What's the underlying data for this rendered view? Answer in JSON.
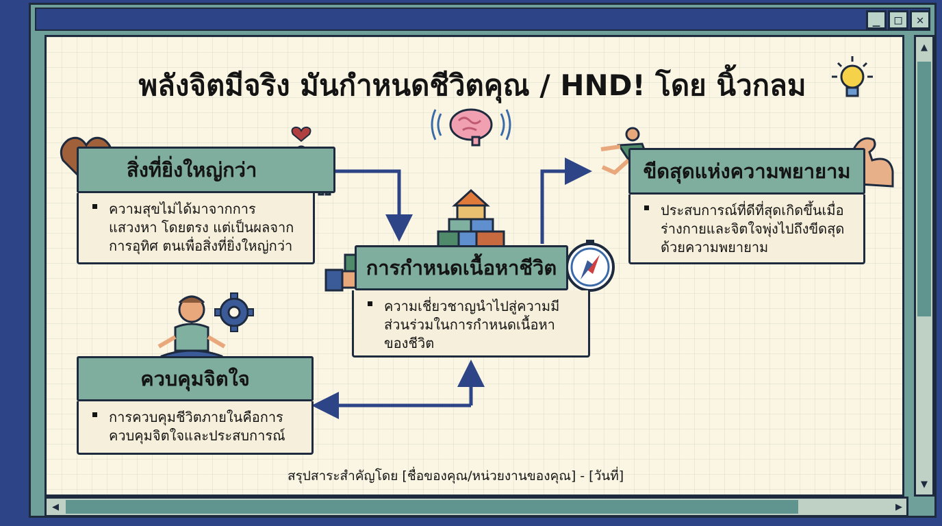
{
  "window": {
    "minimize_icon": "minimize-icon",
    "maximize_icon": "maximize-icon",
    "close_icon": "close-icon",
    "minimize_glyph": "_",
    "maximize_glyph": "□",
    "close_glyph": "✕"
  },
  "title": "พลังจิตมีจริง มันกำหนดชีวิตคุณ / HND! โดย นิ้วกลม",
  "cards": {
    "greater": {
      "heading": "สิ่งที่ยิ่งใหญ่กว่า",
      "body": "ความสุขไม่ได้มาจากการแสวงหา โดยตรง แต่เป็นผลจากการอุทิศ ตนเพื่อสิ่งที่ยิ่งใหญ่กว่า"
    },
    "purpose": {
      "heading": "การกำหนดเนื้อหาชีวิต",
      "body": "ความเชี่ยวชาญนำไปสู่ความมี ส่วนร่วมในการกำหนดเนื้อหา ของชีวิต"
    },
    "limit": {
      "heading": "ขีดสุดแห่งความพยายาม",
      "body": "ประสบการณ์ที่ดีที่สุดเกิดขึ้นเมื่อ ร่างกายและจิตใจพุ่งไปถึงขีดสุด ด้วยความพยายาม"
    },
    "control": {
      "heading": "ควบคุมจิตใจ",
      "body": "การควบคุมชีวิตภายในคือการ ควบคุมจิตใจและประสบการณ์"
    }
  },
  "footer": "สรุปสาระสำคัญโดย [ชื่อของคุณ/หน่วยงานของคุณ] - [วันที่]",
  "icons": [
    "lightbulb-icon",
    "brain-icon",
    "heart-icon",
    "people-icon",
    "blocks-icon",
    "hand-icon",
    "compass-icon",
    "runner-icon",
    "muscle-arm-icon",
    "meditation-icon",
    "gear-icon"
  ],
  "colors": {
    "background": "#2d4486",
    "frame": "#6fa09a",
    "panel": "#fbf6e4",
    "card_header": "#7fad9e",
    "card_body": "#f6efdb",
    "arrow": "#2d4486"
  }
}
